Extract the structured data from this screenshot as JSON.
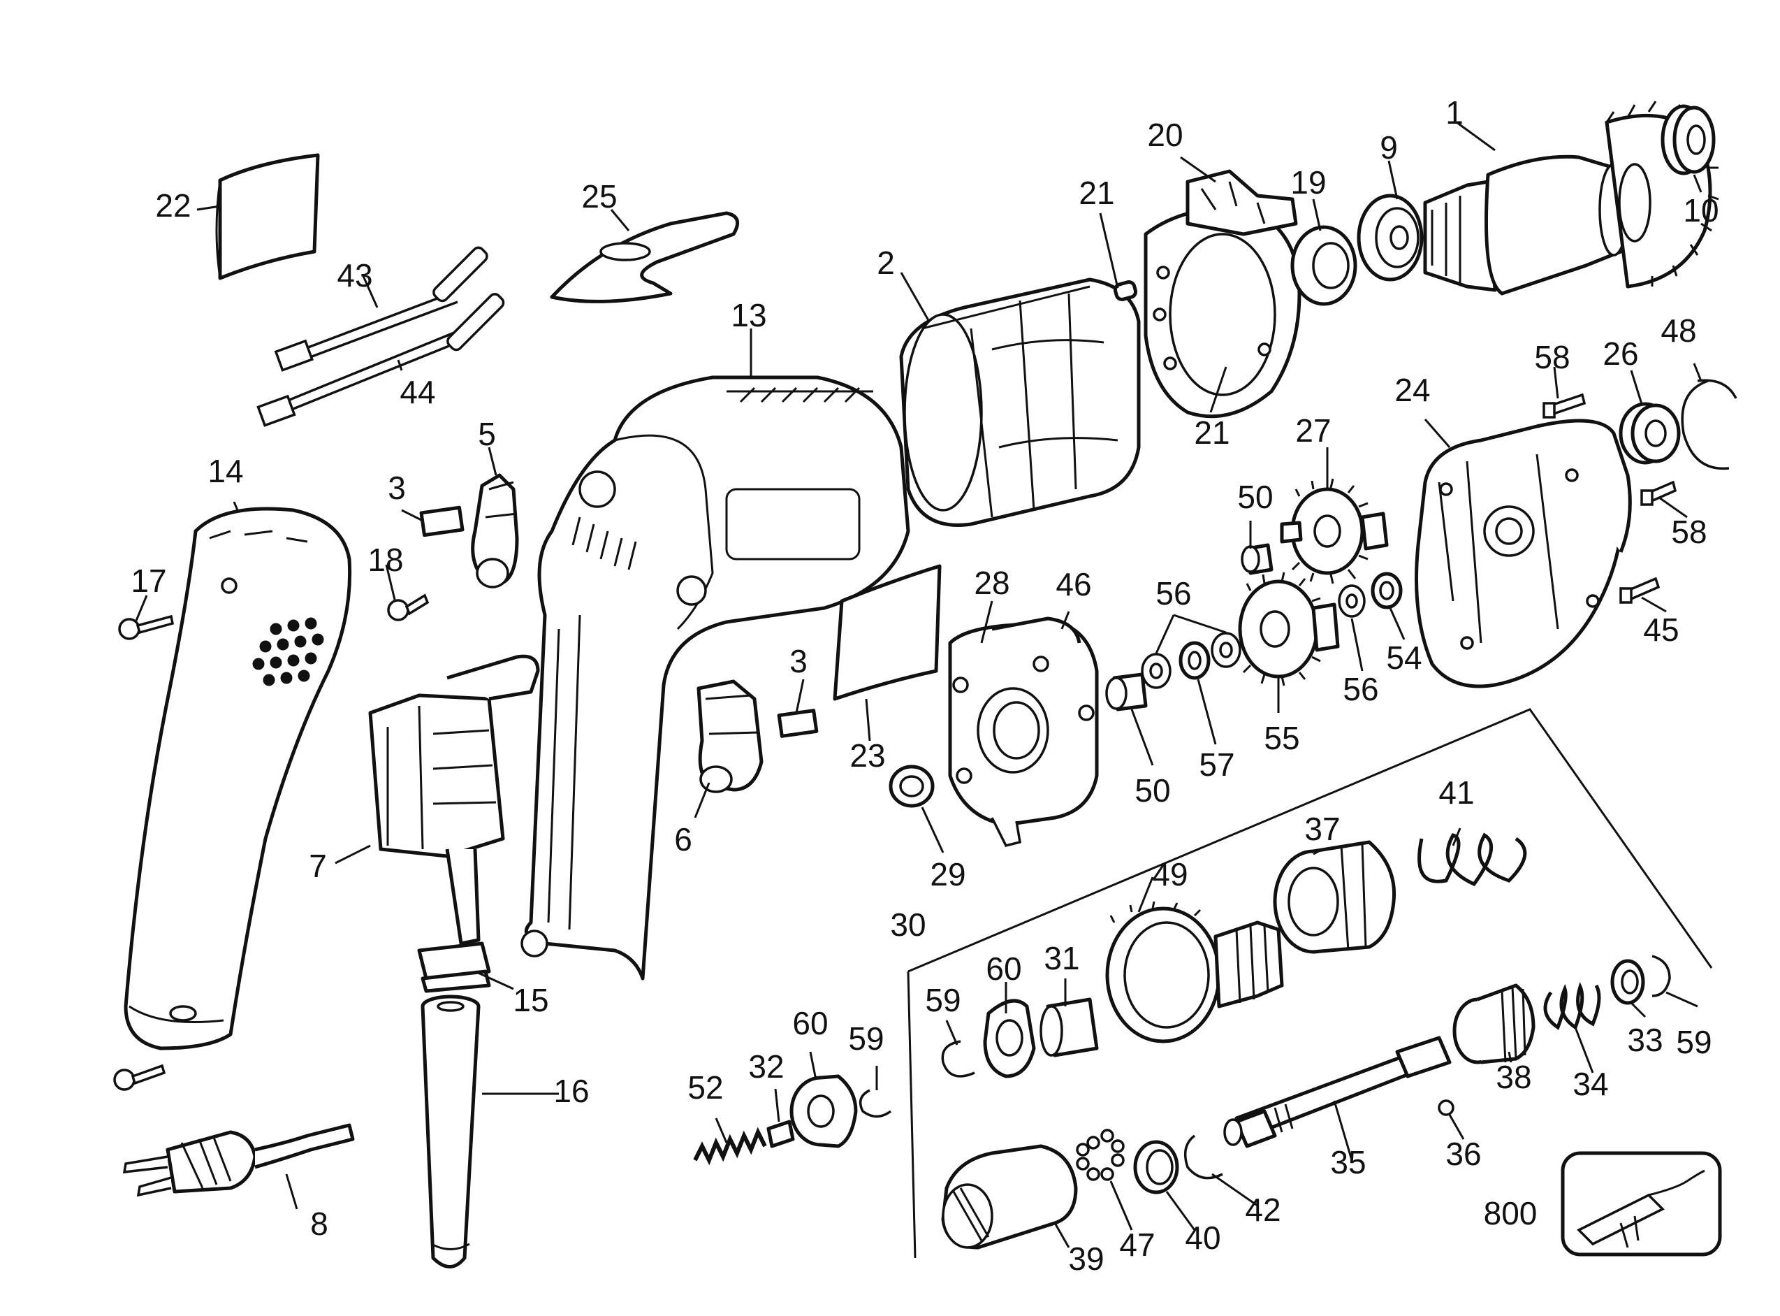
{
  "colors": {
    "ink": "#111111",
    "paper": "#ffffff"
  },
  "callouts": [
    {
      "id": "c1",
      "text": "1"
    },
    {
      "id": "c2",
      "text": "2"
    },
    {
      "id": "c3a",
      "text": "3"
    },
    {
      "id": "c3b",
      "text": "3"
    },
    {
      "id": "c5",
      "text": "5"
    },
    {
      "id": "c6",
      "text": "6"
    },
    {
      "id": "c7",
      "text": "7"
    },
    {
      "id": "c8",
      "text": "8"
    },
    {
      "id": "c9",
      "text": "9"
    },
    {
      "id": "c10",
      "text": "10"
    },
    {
      "id": "c13",
      "text": "13"
    },
    {
      "id": "c14",
      "text": "14"
    },
    {
      "id": "c15",
      "text": "15"
    },
    {
      "id": "c16",
      "text": "16"
    },
    {
      "id": "c17",
      "text": "17"
    },
    {
      "id": "c18",
      "text": "18"
    },
    {
      "id": "c19",
      "text": "19"
    },
    {
      "id": "c20",
      "text": "20"
    },
    {
      "id": "c21a",
      "text": "21"
    },
    {
      "id": "c21b",
      "text": "21"
    },
    {
      "id": "c22",
      "text": "22"
    },
    {
      "id": "c23",
      "text": "23"
    },
    {
      "id": "c24",
      "text": "24"
    },
    {
      "id": "c25",
      "text": "25"
    },
    {
      "id": "c26",
      "text": "26"
    },
    {
      "id": "c27",
      "text": "27"
    },
    {
      "id": "c28",
      "text": "28"
    },
    {
      "id": "c29",
      "text": "29"
    },
    {
      "id": "c30",
      "text": "30"
    },
    {
      "id": "c31",
      "text": "31"
    },
    {
      "id": "c32",
      "text": "32"
    },
    {
      "id": "c33",
      "text": "33"
    },
    {
      "id": "c34",
      "text": "34"
    },
    {
      "id": "c35",
      "text": "35"
    },
    {
      "id": "c36",
      "text": "36"
    },
    {
      "id": "c37",
      "text": "37"
    },
    {
      "id": "c38",
      "text": "38"
    },
    {
      "id": "c39",
      "text": "39"
    },
    {
      "id": "c40",
      "text": "40"
    },
    {
      "id": "c41",
      "text": "41"
    },
    {
      "id": "c42",
      "text": "42"
    },
    {
      "id": "c43",
      "text": "43"
    },
    {
      "id": "c44",
      "text": "44"
    },
    {
      "id": "c45",
      "text": "45"
    },
    {
      "id": "c46",
      "text": "46"
    },
    {
      "id": "c47",
      "text": "47"
    },
    {
      "id": "c48",
      "text": "48"
    },
    {
      "id": "c49",
      "text": "49"
    },
    {
      "id": "c50a",
      "text": "50"
    },
    {
      "id": "c50b",
      "text": "50"
    },
    {
      "id": "c52",
      "text": "52"
    },
    {
      "id": "c54",
      "text": "54"
    },
    {
      "id": "c55",
      "text": "55"
    },
    {
      "id": "c56a",
      "text": "56"
    },
    {
      "id": "c56b",
      "text": "56"
    },
    {
      "id": "c57",
      "text": "57"
    },
    {
      "id": "c58a",
      "text": "58"
    },
    {
      "id": "c58b",
      "text": "58"
    },
    {
      "id": "c59a",
      "text": "59"
    },
    {
      "id": "c59b",
      "text": "59"
    },
    {
      "id": "c59c",
      "text": "59"
    },
    {
      "id": "c60a",
      "text": "60"
    },
    {
      "id": "c60b",
      "text": "60"
    },
    {
      "id": "c800",
      "text": "800"
    }
  ]
}
